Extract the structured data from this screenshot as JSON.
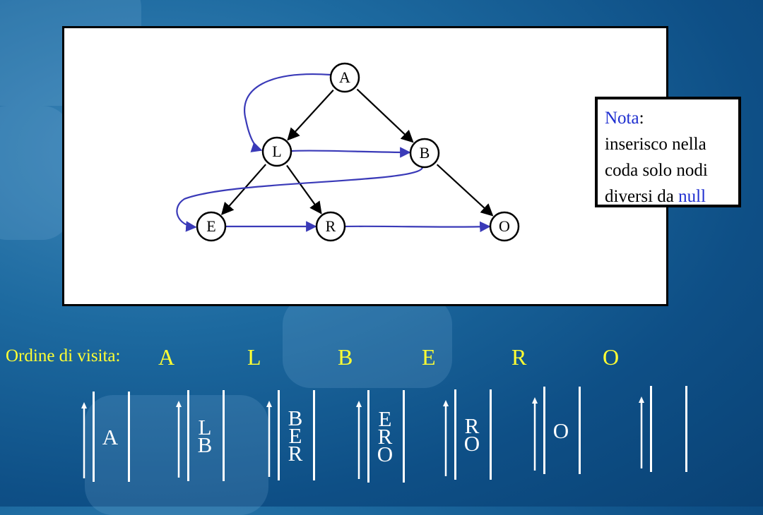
{
  "graph": {
    "nodes": [
      {
        "id": "A",
        "label": "A"
      },
      {
        "id": "L",
        "label": "L"
      },
      {
        "id": "B",
        "label": "B"
      },
      {
        "id": "E",
        "label": "E"
      },
      {
        "id": "R",
        "label": "R"
      },
      {
        "id": "O",
        "label": "O"
      }
    ],
    "tree_edges": [
      [
        "A",
        "L"
      ],
      [
        "A",
        "B"
      ],
      [
        "L",
        "E"
      ],
      [
        "L",
        "R"
      ],
      [
        "B",
        "O"
      ]
    ],
    "visit_edges": [
      [
        "A",
        "L"
      ],
      [
        "L",
        "B"
      ],
      [
        "B",
        "E"
      ],
      [
        "E",
        "R"
      ],
      [
        "R",
        "O"
      ]
    ],
    "colors": {
      "tree_edge": "#000000",
      "visit_edge": "#3a3ab8"
    }
  },
  "note": {
    "title": "Nota",
    "colon": ":",
    "line1": "inserisco nella",
    "line2": "coda solo nodi",
    "line3_prefix": "diversi da ",
    "line3_highlight": "null"
  },
  "visit_order": {
    "label": "Ordine di visita:",
    "sequence": [
      "A",
      "L",
      "B",
      "E",
      "R",
      "O"
    ]
  },
  "queue_states": [
    {
      "items": [
        "A"
      ]
    },
    {
      "items": [
        "L",
        "B"
      ]
    },
    {
      "items": [
        "B",
        "E",
        "R"
      ]
    },
    {
      "items": [
        "E",
        "R",
        "O"
      ]
    },
    {
      "items": [
        "R",
        "O"
      ]
    },
    {
      "items": [
        "O"
      ]
    },
    {
      "items": []
    }
  ],
  "colors": {
    "accent_yellow": "#ffff33",
    "note_blue": "#1f2fd0",
    "background": "#1d6aa0"
  }
}
